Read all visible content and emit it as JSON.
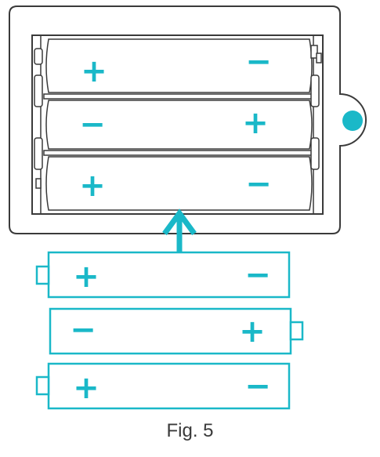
{
  "caption": "Fig. 5",
  "colors": {
    "accent": "#1ab8c8",
    "outline": "#3a3a3a",
    "background": "#ffffff"
  },
  "battery_holder": {
    "slots": [
      {
        "left_terminal": "+",
        "right_terminal": "−"
      },
      {
        "left_terminal": "−",
        "right_terminal": "+"
      },
      {
        "left_terminal": "+",
        "right_terminal": "−"
      }
    ]
  },
  "loose_batteries": [
    {
      "left_terminal": "+",
      "right_terminal": "−",
      "nub_side": "left"
    },
    {
      "left_terminal": "−",
      "right_terminal": "+",
      "nub_side": "right"
    },
    {
      "left_terminal": "+",
      "right_terminal": "−",
      "nub_side": "left"
    }
  ],
  "arrow": {
    "direction": "up"
  }
}
